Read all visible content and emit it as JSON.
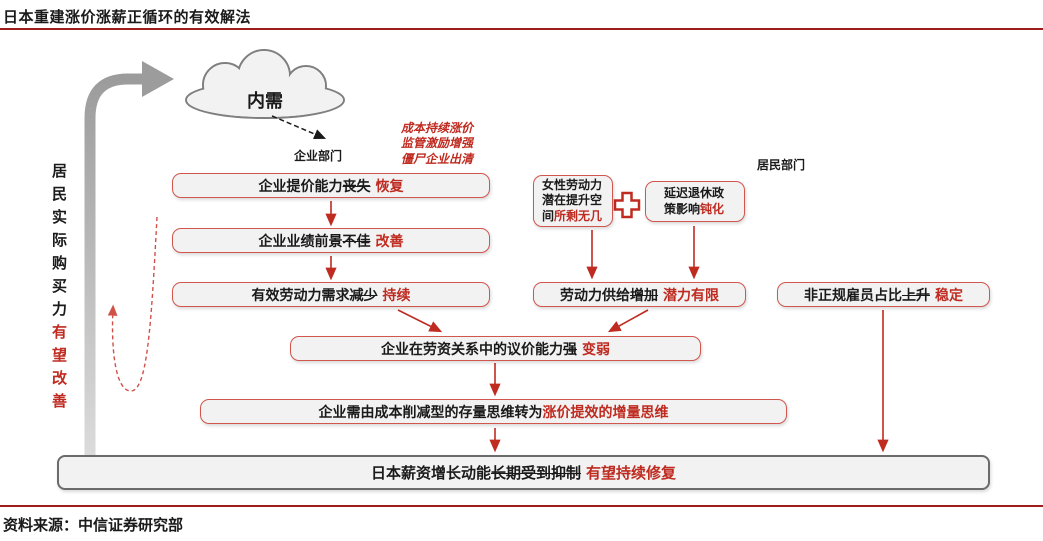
{
  "title": "日本重建涨价涨薪正循环的有效解法",
  "source": "资料来源：中信证券研究部",
  "cloud_label": "内需",
  "sector_labels": {
    "enterprise": "企业部门",
    "household": "居民部门"
  },
  "annotation": {
    "l1": "成本持续涨价",
    "l2": "监管激励增强",
    "l3": "僵尸企业出清"
  },
  "left_axis": {
    "black": "居民实际购买力",
    "red": "有望改善"
  },
  "boxes": {
    "pricing": {
      "text": "企业提价能力",
      "strike": "丧失",
      "red": "恢复"
    },
    "outlook": {
      "text": "企业业绩前景",
      "strike": "不佳",
      "red": "改善"
    },
    "labor_demand": {
      "text": "有效劳动力需求",
      "strike": "减少",
      "red": "持续"
    },
    "female_labor": {
      "text": "女性劳动力潜在提升空间",
      "red": "所剩无几"
    },
    "retirement": {
      "text": "延迟退休政策影响",
      "red": "钝化"
    },
    "labor_supply": {
      "text": "劳动力供给",
      "strike": "增加",
      "red": "潜力有限"
    },
    "informal": {
      "text": "非正规雇员占比",
      "strike": "上升",
      "red": "稳定"
    },
    "bargaining": {
      "text": "企业在劳资关系中的议价能力",
      "strike": "强",
      "red": "变弱"
    },
    "mindset": {
      "text": "企业需由成本削减型的存量思维转为",
      "red": "涨价提效的增量思维"
    },
    "conclusion": {
      "text": "日本薪资增长动能",
      "strike": "长期受到抑制",
      "red": "有望持续修复"
    }
  },
  "colors": {
    "accent_red": "#bf2b20",
    "box_border_red": "#d0564e",
    "dark_red_rule": "#a01c1c",
    "box_fill": "#f2f2f2",
    "gray_arrow": "#9c9c9c",
    "dark_border": "#6b6b6b"
  }
}
